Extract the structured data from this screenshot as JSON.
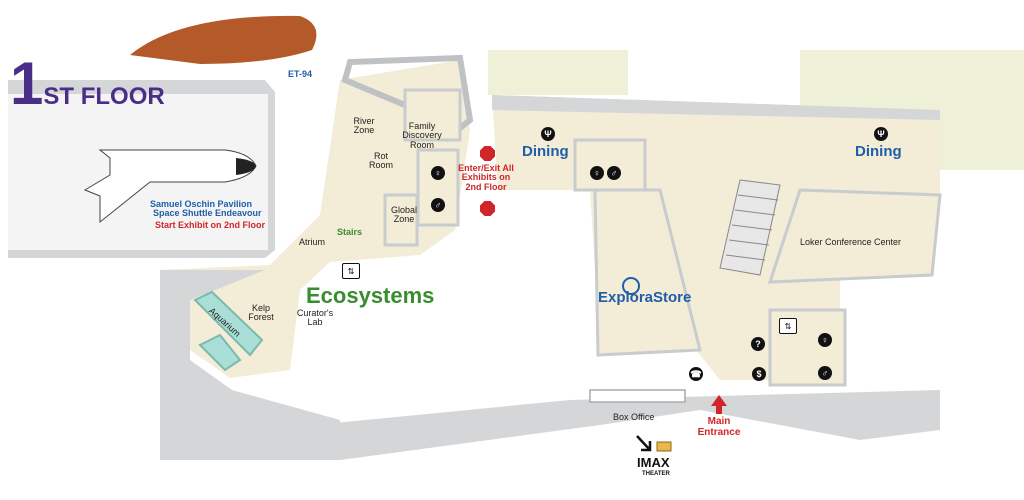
{
  "floor_title": {
    "big": "1",
    "rest": "ST FLOOR"
  },
  "top_label": "ET-94",
  "pavilion": {
    "line1": "Samuel Oschin Pavilion",
    "line2": "Space Shuttle Endeavour",
    "line3": "Start Exhibit on 2nd Floor"
  },
  "rooms": {
    "river_zone": "River Zone",
    "family_discovery": "Family Discovery Room",
    "rot_room": "Rot Room",
    "global_zone": "Global Zone",
    "atrium": "Atrium",
    "stairs": "Stairs",
    "ecosystems": "Ecosystems",
    "kelp_forest": "Kelp Forest",
    "curators_lab": "Curator's Lab",
    "aquarium": "Aquarium",
    "dining_left": "Dining",
    "dining_right": "Dining",
    "enter_exit": "Enter/Exit All Exhibits on 2nd Floor",
    "loker": "Loker Conference Center",
    "store": "ExploraStore",
    "box_office": "Box Office",
    "main_entrance": "Main Entrance",
    "imax_line1": "IMAX",
    "imax_line2": "THEATER"
  },
  "icons": {
    "restroom": "restroom-icon",
    "dining": "fork-knife-icon",
    "elevator": "elevator-icon",
    "stop": "stop-sign-icon",
    "info": "question-icon",
    "atm": "dollar-icon",
    "phone": "phone-icon"
  },
  "colors": {
    "floor": "#f3ecd6",
    "wall": "#d4d6d8",
    "grass": "#eef1d8",
    "accent_red": "#d0262a",
    "accent_blue": "#1f5ea8",
    "title_purple": "#4a2d86",
    "green": "#3a8d2e"
  }
}
